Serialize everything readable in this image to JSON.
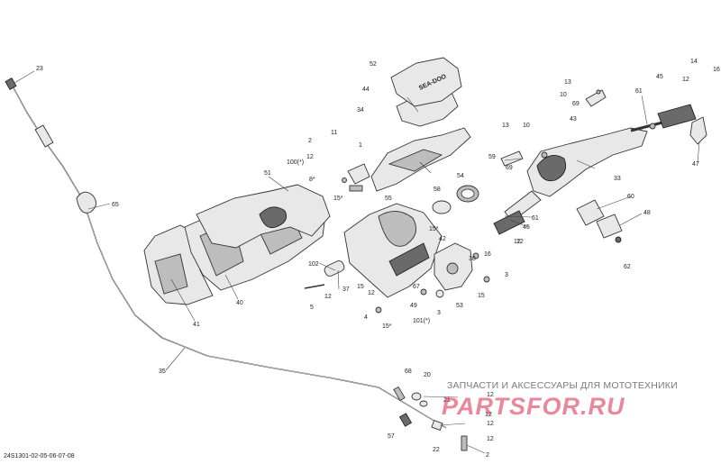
{
  "diagram": {
    "reference_code": "24S1301-02-05-06-07-08",
    "watermark": {
      "tagline": "ЗАПЧАСТИ И АКСЕССУАРЫ ДЛЯ МОТОТЕХНИКИ",
      "logo": "PARTSFOR.RU"
    },
    "brand_on_cover": "SEA-DOO",
    "callouts": [
      "23",
      "65",
      "35",
      "41",
      "40",
      "51",
      "102",
      "37",
      "12",
      "5",
      "100(*)",
      "2",
      "12",
      "8*",
      "11",
      "1",
      "15*",
      "55",
      "34",
      "44",
      "52",
      "58",
      "54",
      "15*",
      "42",
      "38",
      "49",
      "101(*)",
      "4",
      "15*",
      "12",
      "15",
      "67",
      "3",
      "53",
      "15",
      "16",
      "3",
      "12",
      "13",
      "10",
      "69",
      "59",
      "61",
      "45",
      "12",
      "61",
      "33",
      "60",
      "48",
      "62",
      "43",
      "45",
      "12",
      "14",
      "16",
      "47",
      "13",
      "10",
      "69",
      "68",
      "20",
      "21",
      "12",
      "57",
      "22",
      "2",
      "12",
      "12",
      "12"
    ]
  }
}
